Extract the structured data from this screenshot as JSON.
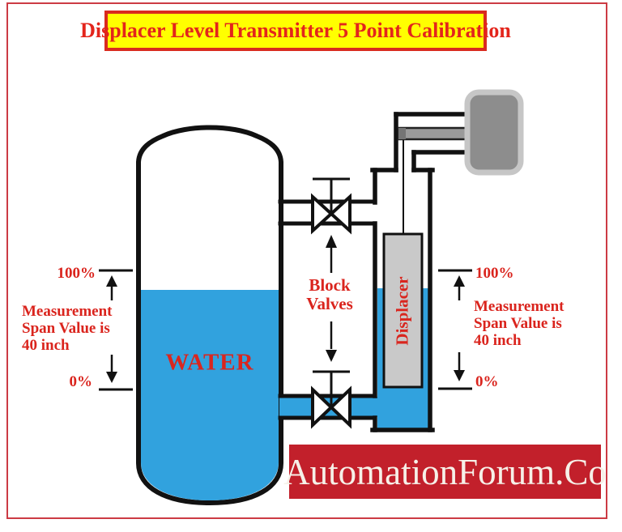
{
  "title_banner": {
    "text": "Displacer Level Transmitter 5 Point Calibration"
  },
  "tank": {
    "water_label": "WATER"
  },
  "block_valves": {
    "label_lines": [
      "Block",
      "Valves"
    ]
  },
  "displacer": {
    "label": "Displacer"
  },
  "left_scale": {
    "top_label": "100%",
    "bottom_label": "0%",
    "span_lines": [
      "Measurement",
      "Span Value is",
      "40 inch"
    ]
  },
  "right_scale": {
    "top_label": "100%",
    "bottom_label": "0%",
    "span_lines": [
      "Measurement",
      "Span Value is",
      "40 inch"
    ]
  },
  "logo": {
    "text": "AutomationForum.Co"
  },
  "colors": {
    "water_blue": "#31a2de",
    "label_red": "#da241d",
    "banner_yellow": "#ffff00",
    "banner_border_red": "#d92b1f",
    "logo_red": "#c2202b",
    "frame_red": "#cc3b44",
    "line_black": "#111111",
    "displacer_gray": "#c9c9c9",
    "transmitter_gray": "#8d8d8d",
    "transmitter_border_gray": "#c6c6c6"
  }
}
